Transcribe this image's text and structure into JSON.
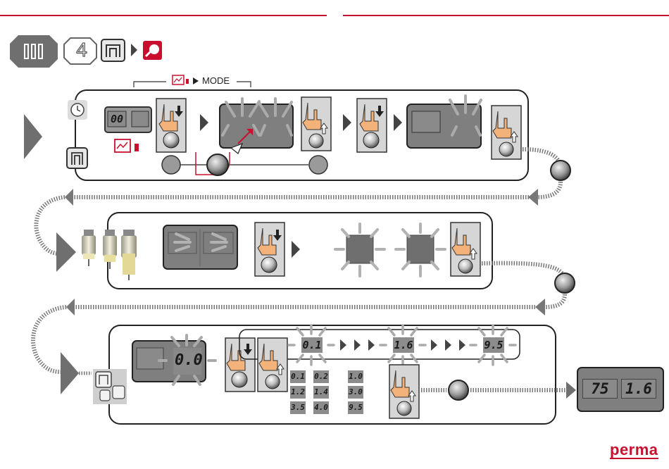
{
  "header": {
    "mode_label": "MODE",
    "step_number": "4"
  },
  "row1": {
    "display_small": "00"
  },
  "row3": {
    "current_value": "0.0",
    "sequence": [
      "0.1",
      "1.6",
      "9.5"
    ],
    "grid_values": [
      "0.1",
      "0.2",
      "1.0",
      "1.2",
      "1.4",
      "3.0",
      "3.5",
      "4.0",
      "9.5"
    ]
  },
  "result": {
    "left_value": "75",
    "right_value": "1.6"
  },
  "brand": {
    "logo_text": "perma"
  },
  "colors": {
    "accent_red": "#c8102e",
    "lcd_gray": "#8c8c8c",
    "border_dark": "#222222"
  }
}
